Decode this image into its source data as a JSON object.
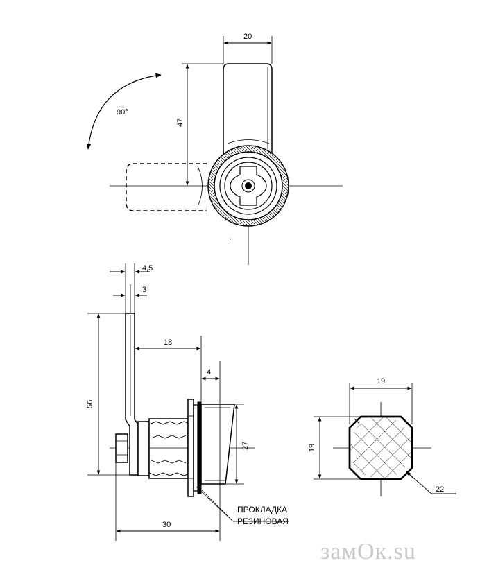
{
  "top_view": {
    "rotation_label": "90°",
    "dim_width": "20",
    "dim_height": "47"
  },
  "side_view": {
    "dim_4_5": "4,5",
    "dim_3": "3",
    "dim_56": "56",
    "dim_18": "18",
    "dim_4": "4",
    "dim_27": "27",
    "dim_30": "30",
    "gasket_label_line1": "ПРОКЛАДКА",
    "gasket_label_line2": "РЕЗИНОВАЯ"
  },
  "cutout_view": {
    "dim_width": "19",
    "dim_height": "19",
    "dim_diag": "22"
  },
  "watermark": "замОк.su"
}
